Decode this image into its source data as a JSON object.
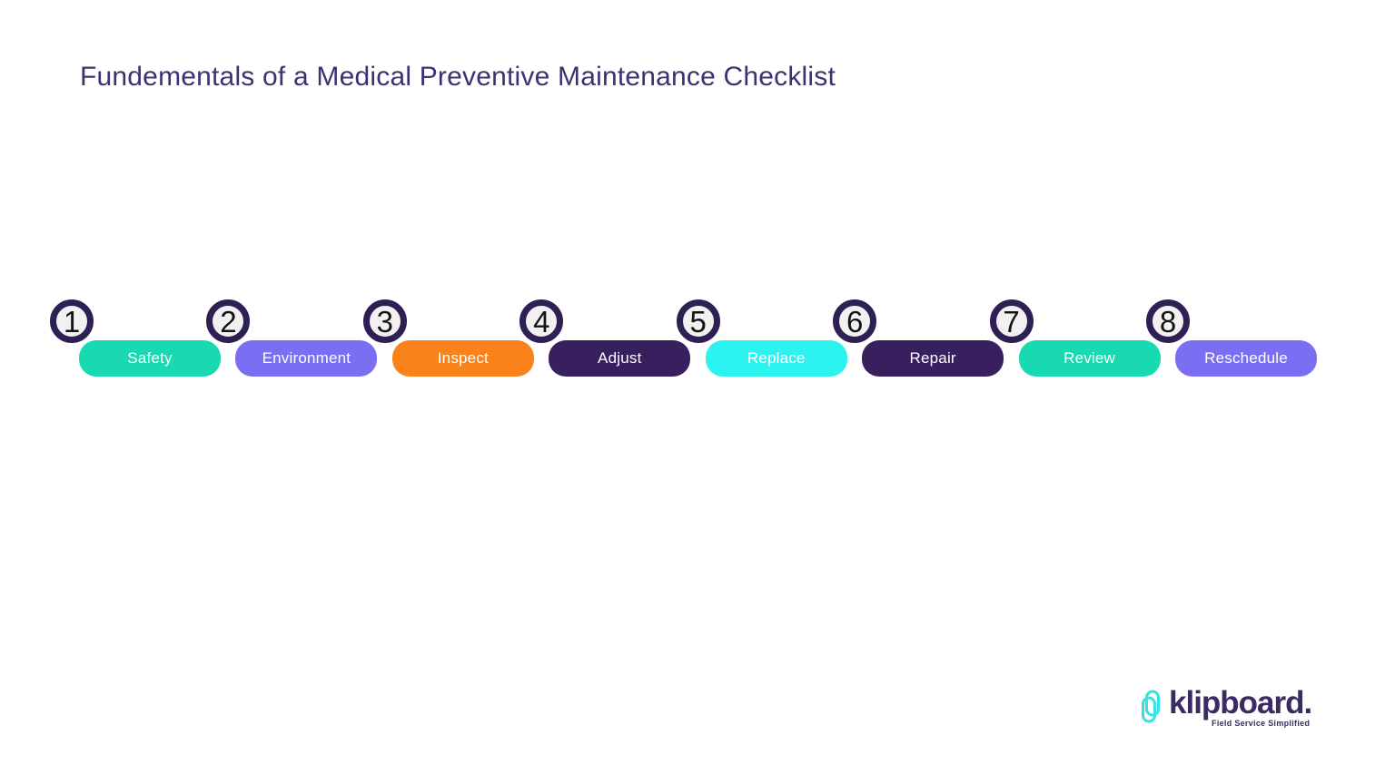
{
  "title": "Fundementals of a Medical Preventive Maintenance Checklist",
  "steps": [
    {
      "number": "1",
      "label": "Safety",
      "color": "#18D9B1"
    },
    {
      "number": "2",
      "label": "Environment",
      "color": "#7A6EF2"
    },
    {
      "number": "3",
      "label": "Inspect",
      "color": "#F9821A"
    },
    {
      "number": "4",
      "label": "Adjust",
      "color": "#381F5E"
    },
    {
      "number": "5",
      "label": "Replace",
      "color": "#2CF2F0"
    },
    {
      "number": "6",
      "label": "Repair",
      "color": "#381F5E"
    },
    {
      "number": "7",
      "label": "Review",
      "color": "#18D9B1"
    },
    {
      "number": "8",
      "label": "Reschedule",
      "color": "#7A6EF2"
    }
  ],
  "colors": {
    "background": "#FFFFFF",
    "title": "#3C3173",
    "circle_border": "#2E1F55",
    "circle_fill": "#F1F1F1",
    "circle_number": "#141414",
    "pill_label": "#FFFFFF"
  },
  "logo": {
    "wordmark": "klipboard.",
    "tagline": "Field Service Simplified",
    "text_color": "#3A2B63",
    "icon": "paperclip-icon",
    "icon_color": "#35E3E0"
  }
}
